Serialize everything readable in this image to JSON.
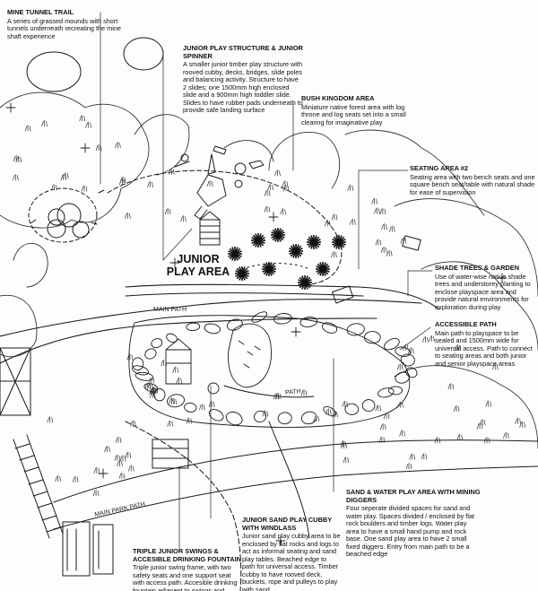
{
  "area_title": {
    "line1": "JUNIOR",
    "line2": "PLAY AREA"
  },
  "path_labels": {
    "main_path": "MAIN PATH",
    "path": "PATH",
    "main_park_path": "MAIN PARK PATH"
  },
  "callouts": {
    "mine_tunnel": {
      "title": "MINE TUNNEL TRAIL",
      "desc": "A series of grassed mounds with short tunnels underneath recreating the mine shaft experience"
    },
    "junior_structure": {
      "title": "JUNIOR PLAY STRUCTURE & JUNIOR SPINNER",
      "desc": "A smaller junior timber play structure with rooved cubby, decks, bridges, slide poles and balancing activity. Structure to have 2 slides; one 1500mm high enclosed slide and a 900mm high toddler slide. Slides to have rubber pads underneath to provide safe landing surface"
    },
    "bush_kingdom": {
      "title": "BUSH KINGDOM AREA",
      "desc": "Miniature native forest area with log throne and log seats set into a small clearing for imaginative play"
    },
    "seating": {
      "title": "SEATING AREA #2",
      "desc": "Seating area with two bench seats and one square bench seat/table with natural shade for ease of supervision"
    },
    "shade_trees": {
      "title": "SHADE TREES & GARDEN",
      "desc": "Use of water-wise native shade trees and understorey planting to enclose playspace area and provide natural environments for exploration during play"
    },
    "accessible_path": {
      "title": "ACCESSIBLE PATH",
      "desc": "Main path to playspace to be sealed and 1500mm wide for universal access. Path to connect to seating areas and both junior and senior playspace areas"
    },
    "sand_water": {
      "title": "SAND & WATER PLAY AREA WITH MINING DIGGERS",
      "desc": "Four seperate divided spaces for sand and water play. Spaces divided / enclosed by flat rock boulders and timber logs. Water play area to have a small hand pump and rock base. One sand play area to have 2 small fixed diggers. Entry from main path to be a beached edge"
    },
    "sand_cubby": {
      "title": "JUNIOR SAND PLAY CUBBY WITH WINDLASS",
      "desc": "Junior sand play cubby area to be enclosed by flat rocks and logs to act as informal seating and sand play tables. Beached edge to path for universal access. Timber cubby to have rooved deck, buckets, rope and pulleys to play with sand"
    },
    "swings": {
      "title": "TRIPLE JUNIOR SWINGS & ACCESIBLE DRINKING FOUNTAIN",
      "desc": "Triple junior swing frame, with two safety seats and one support seat with access path. Accesible drinking fountain adjacent to swings and"
    }
  },
  "colors": {
    "ink": "#1a1a1a",
    "paper": "#fdfdfd",
    "hatch": "#555555"
  }
}
